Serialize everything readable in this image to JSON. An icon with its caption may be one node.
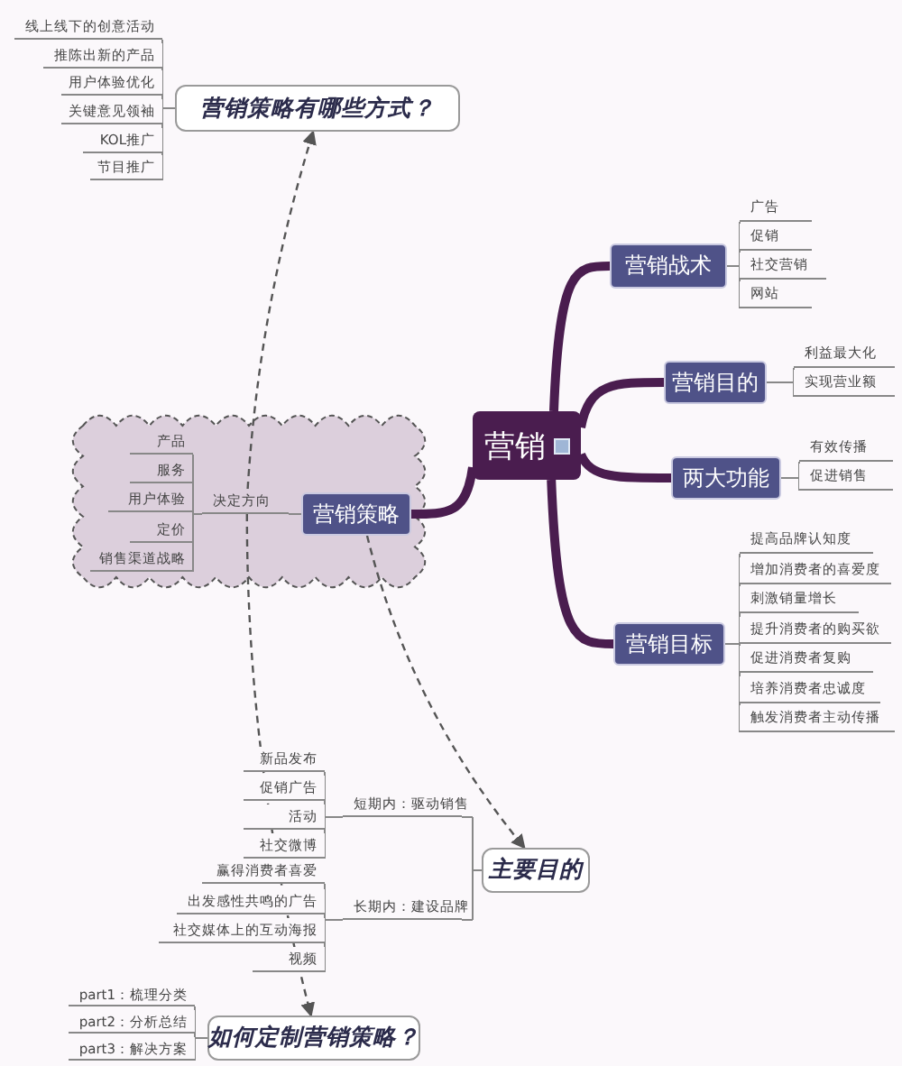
{
  "diagram": {
    "nodes": [
      {
        "text": [
          "营销策略有哪些方式？"
        ]
      },
      {
        "text": [
          "线上线下的创意活动"
        ]
      },
      {
        "text": [
          "推陈出新的产品"
        ]
      },
      {
        "text": [
          "用户体验优化"
        ]
      },
      {
        "text": [
          "关键意见领袖"
        ]
      },
      {
        "text": [
          "KOL推广"
        ]
      },
      {
        "text": [
          "节目推广"
        ]
      },
      {
        "text": [
          "营销"
        ]
      },
      {
        "text": [
          "营销战术"
        ]
      },
      {
        "text": [
          "广告"
        ]
      },
      {
        "text": [
          "促销"
        ]
      },
      {
        "text": [
          "社交营销"
        ]
      },
      {
        "text": [
          "网站"
        ]
      },
      {
        "text": [
          "营销目的"
        ]
      },
      {
        "text": [
          "利益最大化"
        ]
      },
      {
        "text": [
          "实现营业额"
        ]
      },
      {
        "text": [
          "两大功能"
        ]
      },
      {
        "text": [
          "有效传播"
        ]
      },
      {
        "text": [
          "促进销售"
        ]
      },
      {
        "text": [
          "营销目标"
        ]
      },
      {
        "text": [
          "提高品牌认知度"
        ]
      },
      {
        "text": [
          "增加消费者的喜爱度"
        ]
      },
      {
        "text": [
          "刺激销量增长"
        ]
      },
      {
        "text": [
          "提升消费者的购买欲"
        ]
      },
      {
        "text": [
          "促进消费者复购"
        ]
      },
      {
        "text": [
          "培养消费者忠诚度"
        ]
      },
      {
        "text": [
          "触发消费者主动传播"
        ]
      },
      {
        "text": [],
        "shape": "cloud"
      },
      {
        "text": [
          "营销策略"
        ],
        "in": 27
      },
      {
        "text": [
          "决定方向"
        ],
        "in": 27
      },
      {
        "text": [
          "产品"
        ],
        "in": 27
      },
      {
        "text": [
          "服务"
        ],
        "in": 27
      },
      {
        "text": [
          "用户体验"
        ],
        "in": 27
      },
      {
        "text": [
          "定价"
        ],
        "in": 27
      },
      {
        "text": [
          "销售渠道战略"
        ],
        "in": 27
      },
      {
        "text": [
          "主要目的"
        ]
      },
      {
        "text": [
          "短期内：驱动销售"
        ]
      },
      {
        "text": [
          "长期内：建设品牌"
        ]
      },
      {
        "text": [
          "新品发布"
        ]
      },
      {
        "text": [
          "促销广告"
        ]
      },
      {
        "text": [
          "活动"
        ]
      },
      {
        "text": [
          "社交微博"
        ]
      },
      {
        "text": [
          "赢得消费者喜爱"
        ]
      },
      {
        "text": [
          "出发感性共鸣的广告"
        ]
      },
      {
        "text": [
          "社交媒体上的互动海报"
        ]
      },
      {
        "text": [
          "视频"
        ]
      },
      {
        "text": [
          "如何定制营销策略？"
        ]
      },
      {
        "text": [
          "part1：梳理分类"
        ]
      },
      {
        "text": [
          "part2：分析总结"
        ]
      },
      {
        "text": [
          "part3：解决方案"
        ]
      }
    ],
    "edges": [
      {
        "from": 0,
        "to": 1,
        "arrow": "none"
      },
      {
        "from": 0,
        "to": 2,
        "arrow": "none"
      },
      {
        "from": 0,
        "to": 3,
        "arrow": "none"
      },
      {
        "from": 0,
        "to": 4,
        "arrow": "none"
      },
      {
        "from": 0,
        "to": 5,
        "arrow": "none"
      },
      {
        "from": 0,
        "to": 6,
        "arrow": "none"
      },
      {
        "from": 7,
        "to": 8,
        "arrow": "none",
        "style": "thick",
        "color": "#4a1d4f"
      },
      {
        "from": 7,
        "to": 13,
        "arrow": "none",
        "style": "thick",
        "color": "#4a1d4f"
      },
      {
        "from": 7,
        "to": 16,
        "arrow": "none",
        "style": "thick",
        "color": "#4a1d4f"
      },
      {
        "from": 7,
        "to": 19,
        "arrow": "none",
        "style": "thick",
        "color": "#4a1d4f"
      },
      {
        "from": 7,
        "to": 28,
        "arrow": "none",
        "style": "thick",
        "color": "#4a1d4f"
      },
      {
        "from": 8,
        "to": 9,
        "arrow": "none"
      },
      {
        "from": 8,
        "to": 10,
        "arrow": "none"
      },
      {
        "from": 8,
        "to": 11,
        "arrow": "none"
      },
      {
        "from": 8,
        "to": 12,
        "arrow": "none"
      },
      {
        "from": 13,
        "to": 14,
        "arrow": "none"
      },
      {
        "from": 13,
        "to": 15,
        "arrow": "none"
      },
      {
        "from": 16,
        "to": 17,
        "arrow": "none"
      },
      {
        "from": 16,
        "to": 18,
        "arrow": "none"
      },
      {
        "from": 19,
        "to": 20,
        "arrow": "none"
      },
      {
        "from": 19,
        "to": 21,
        "arrow": "none"
      },
      {
        "from": 19,
        "to": 22,
        "arrow": "none"
      },
      {
        "from": 19,
        "to": 23,
        "arrow": "none"
      },
      {
        "from": 19,
        "to": 24,
        "arrow": "none"
      },
      {
        "from": 19,
        "to": 25,
        "arrow": "none"
      },
      {
        "from": 19,
        "to": 26,
        "arrow": "none"
      },
      {
        "from": 28,
        "to": 29,
        "arrow": "none"
      },
      {
        "from": 29,
        "to": 30,
        "arrow": "none"
      },
      {
        "from": 29,
        "to": 31,
        "arrow": "none"
      },
      {
        "from": 29,
        "to": 32,
        "arrow": "none"
      },
      {
        "from": 29,
        "to": 33,
        "arrow": "none"
      },
      {
        "from": 29,
        "to": 34,
        "arrow": "none"
      },
      {
        "from": 35,
        "to": 36,
        "arrow": "none"
      },
      {
        "from": 35,
        "to": 37,
        "arrow": "none"
      },
      {
        "from": 36,
        "to": 38,
        "arrow": "none"
      },
      {
        "from": 36,
        "to": 39,
        "arrow": "none"
      },
      {
        "from": 36,
        "to": 40,
        "arrow": "none"
      },
      {
        "from": 36,
        "to": 41,
        "arrow": "none"
      },
      {
        "from": 37,
        "to": 42,
        "arrow": "none"
      },
      {
        "from": 37,
        "to": 43,
        "arrow": "none"
      },
      {
        "from": 37,
        "to": 44,
        "arrow": "none"
      },
      {
        "from": 37,
        "to": 45,
        "arrow": "none"
      },
      {
        "from": 46,
        "to": 47,
        "arrow": "none"
      },
      {
        "from": 46,
        "to": 48,
        "arrow": "none"
      },
      {
        "from": 46,
        "to": 49,
        "arrow": "none"
      },
      {
        "from": 29,
        "to": 0,
        "arrow": "to",
        "style": "dashed"
      },
      {
        "from": 29,
        "to": 46,
        "arrow": "to",
        "style": "dashed"
      },
      {
        "from": 28,
        "to": 35,
        "arrow": "to",
        "style": "dashed"
      }
    ]
  }
}
